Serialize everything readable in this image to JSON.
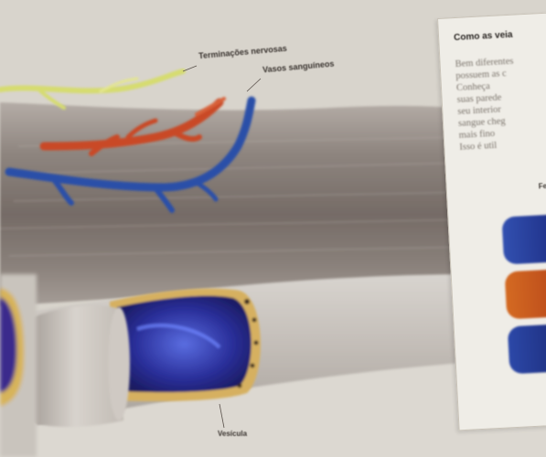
{
  "labels": {
    "nerve_end": "Terminações nervosas",
    "blood_vessels": "Vasos sanguíneos",
    "bottom": "Vesícula"
  },
  "sidebar_box": {
    "title": "Como as veia",
    "text_lines": [
      "Bem diferentes",
      "possuem as c",
      "Conheça",
      "suas parede",
      "seu interior",
      "sangue cheg",
      "mais fino",
      "Isso é util"
    ],
    "subtitle": "Fe"
  },
  "colors": {
    "nerve": "#d6dc70",
    "artery": "#c94a26",
    "vein": "#2c4fa8",
    "muscle": "#9e958f",
    "page": "#d9d5cd"
  }
}
